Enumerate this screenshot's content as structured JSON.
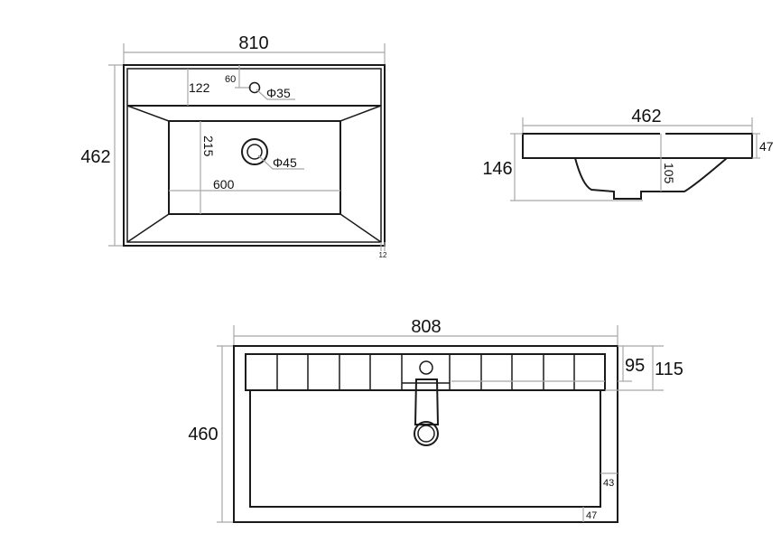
{
  "drawing": {
    "colors": {
      "outline": "#1a1a1a",
      "dimension_line": "#a8a8a8",
      "background": "#ffffff"
    },
    "top_view": {
      "width_label": "810",
      "depth_label": "462",
      "deck_depth_label": "122",
      "tap_offset_label": "60",
      "tap_hole_label": "Φ35",
      "bowl_depth_label": "215",
      "bowl_width_label": "600",
      "drain_label": "Φ45",
      "rim_label": "12"
    },
    "side_view": {
      "width_label": "462",
      "height_label": "146",
      "bowl_height_label": "105",
      "rim_height_label": "47"
    },
    "front_view": {
      "width_label": "808",
      "height_label": "460",
      "panel_height_label": "95",
      "top_band_label": "115",
      "side_margin_label": "43",
      "bottom_margin_label": "47"
    }
  }
}
